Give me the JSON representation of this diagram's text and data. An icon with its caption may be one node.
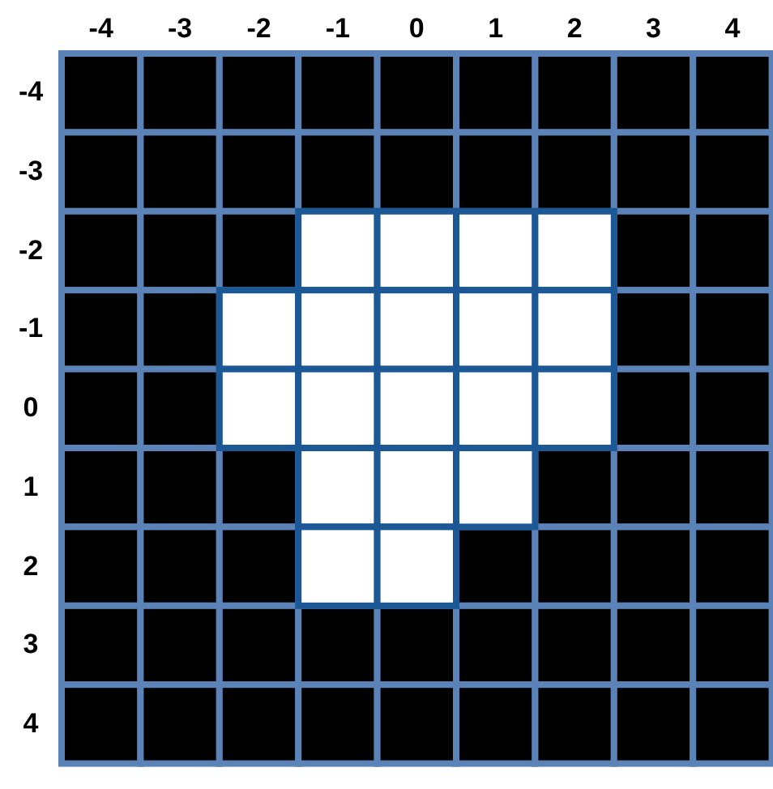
{
  "diagram": {
    "labels": [
      "-4",
      "-3",
      "-2",
      "-1",
      "0",
      "1",
      "2",
      "3",
      "4",
      "-4",
      "-3",
      "-2",
      "-1",
      "0",
      "1",
      "2",
      "3",
      "4"
    ]
  }
}
